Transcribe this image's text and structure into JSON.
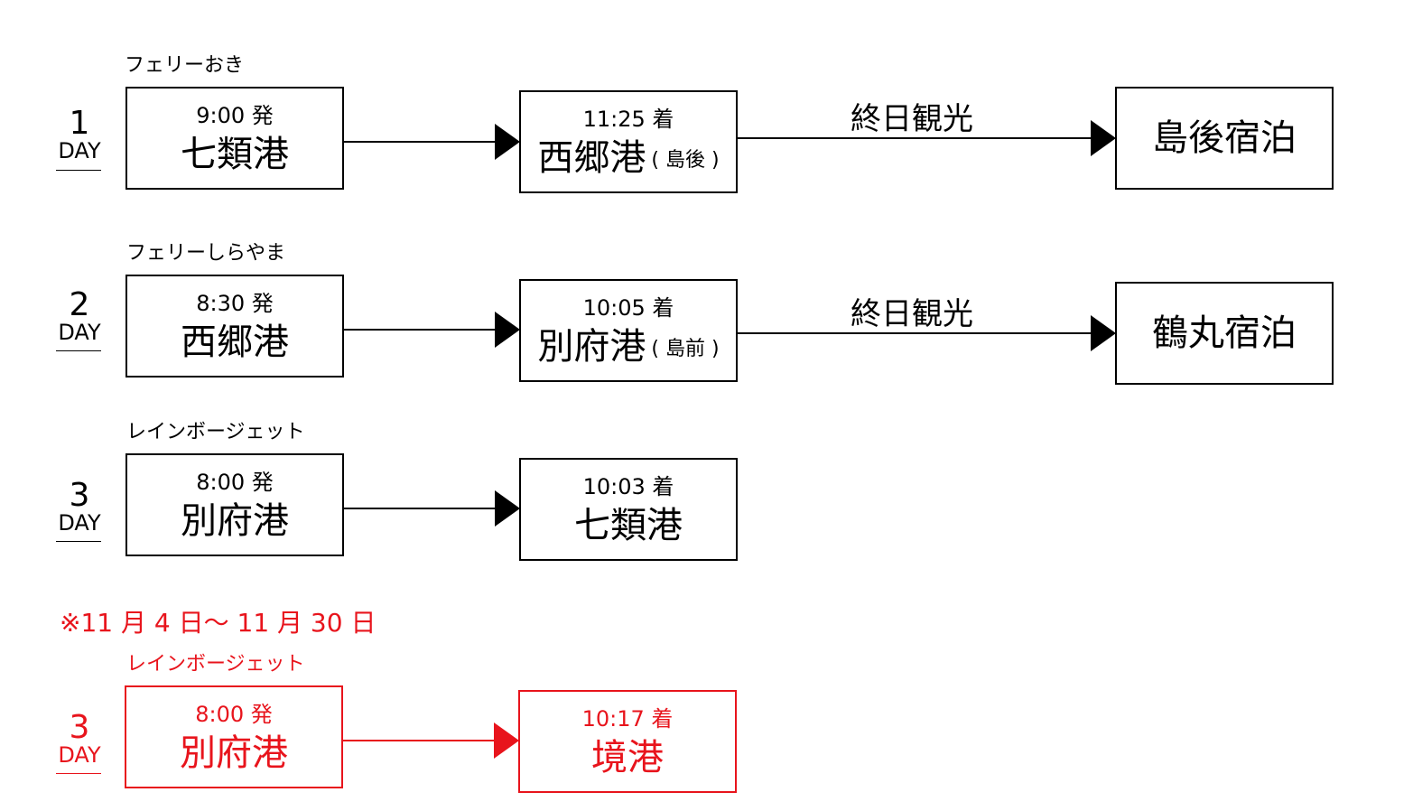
{
  "colors": {
    "normal": "#000000",
    "highlight": "#e8141c"
  },
  "day1": {
    "num": "1",
    "label": "DAY",
    "vessel": "フェリーおき",
    "dep_time": "9:00 発",
    "dep_port": "七類港",
    "arr_time": "11:25 着",
    "arr_port": "西郷港",
    "arr_sub": "( 島後 )",
    "activity": "終日観光",
    "stay": "島後宿泊"
  },
  "day2": {
    "num": "2",
    "label": "DAY",
    "vessel": "フェリーしらやま",
    "dep_time": "8:30 発",
    "dep_port": "西郷港",
    "arr_time": "10:05 着",
    "arr_port": "別府港",
    "arr_sub": "( 島前 )",
    "activity": "終日観光",
    "stay": "鶴丸宿泊"
  },
  "day3": {
    "num": "3",
    "label": "DAY",
    "vessel": "レインボージェット",
    "dep_time": "8:00 発",
    "dep_port": "別府港",
    "arr_time": "10:03 着",
    "arr_port": "七類港"
  },
  "note": "※11 月 4 日〜 11 月 30 日",
  "day3_alt": {
    "num": "3",
    "label": "DAY",
    "vessel": "レインボージェット",
    "dep_time": "8:00 発",
    "dep_port": "別府港",
    "arr_time": "10:17 着",
    "arr_port": "境港"
  }
}
